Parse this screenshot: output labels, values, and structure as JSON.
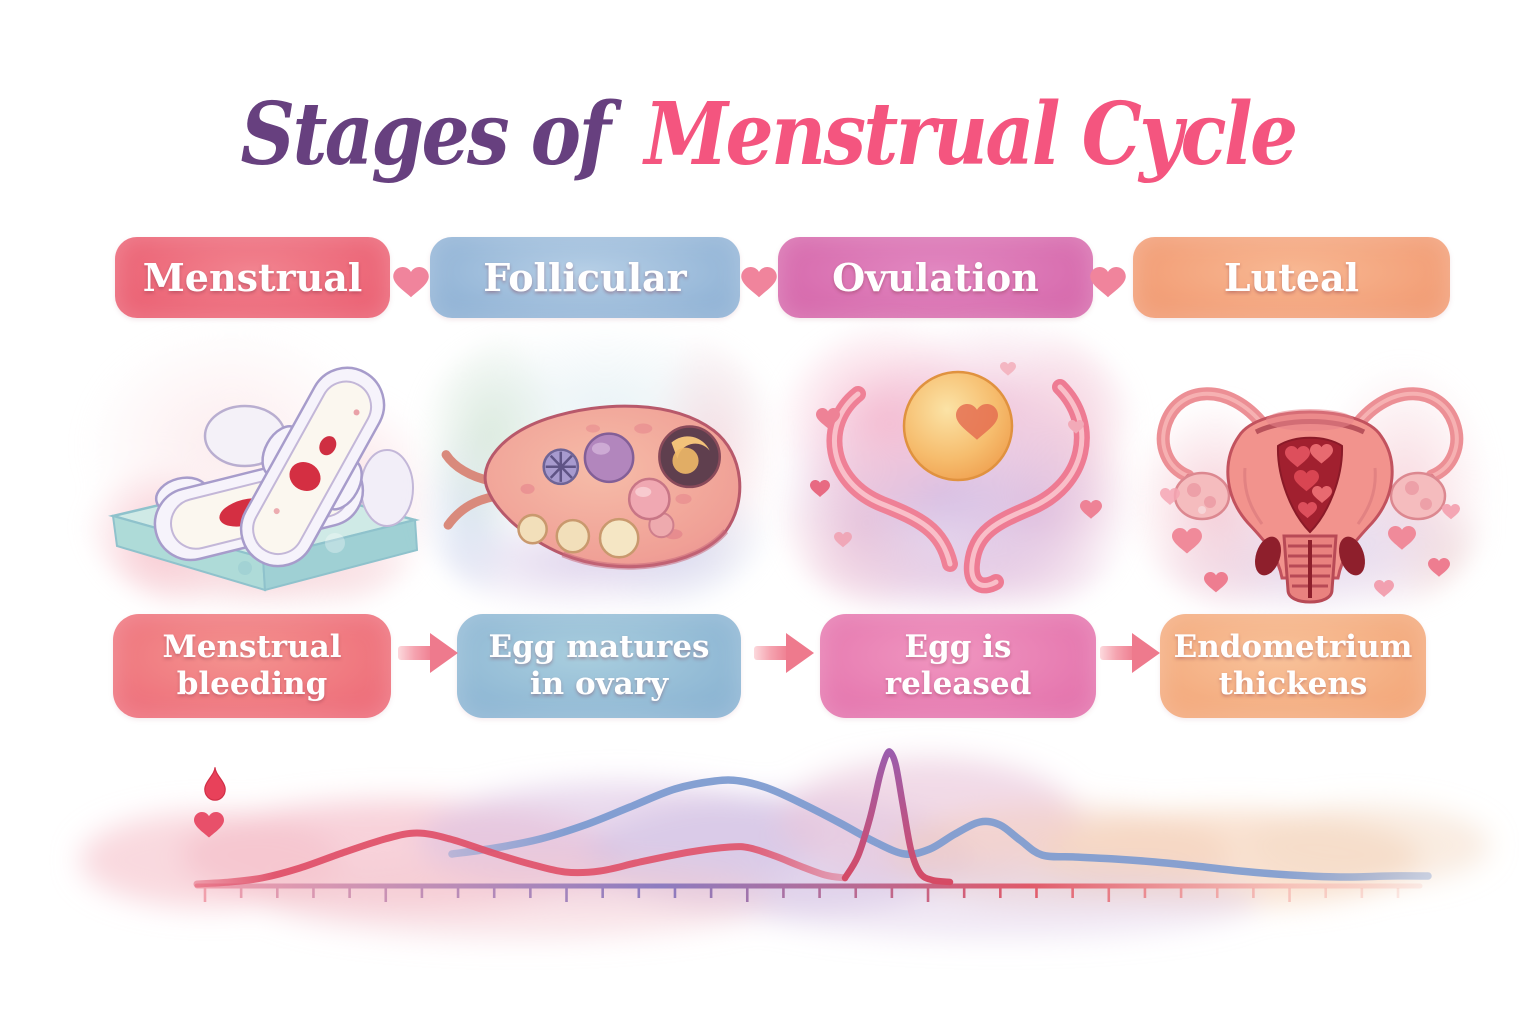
{
  "title": {
    "prefix": "Stages of",
    "highlight": "Menstrual Cycle"
  },
  "title_colors": {
    "prefix": "#67407f",
    "highlight": "#f4557f"
  },
  "stages": [
    {
      "label": "Menstrual",
      "desc_line1": "Menstrual",
      "desc_line2": "bleeding",
      "illustration": "sanitary-pads-with-blood-on-box",
      "chip_colors": [
        "#f28490",
        "#e9566a"
      ],
      "desc_colors": [
        "#f4938f",
        "#ec6474"
      ]
    },
    {
      "label": "Follicular",
      "desc_line1": "Egg matures",
      "desc_line2": "in ovary",
      "illustration": "ovary-cross-section-with-follicles",
      "chip_colors": [
        "#b6cfe6",
        "#86abd1"
      ],
      "desc_colors": [
        "#a9cede",
        "#84aed0"
      ]
    },
    {
      "label": "Ovulation",
      "desc_line1": "Egg is",
      "desc_line2": "released",
      "illustration": "egg-released-between-fallopian-fimbriae",
      "chip_colors": [
        "#e288c1",
        "#d360a6"
      ],
      "desc_colors": [
        "#f096c0",
        "#e16ba8"
      ]
    },
    {
      "label": "Luteal",
      "desc_line1": "Endometrium",
      "desc_line2": "thickens",
      "illustration": "uterus-with-thickened-endometrium",
      "chip_colors": [
        "#f8b893",
        "#f0946b"
      ],
      "desc_colors": [
        "#f8c29a",
        "#f2a172"
      ]
    }
  ],
  "separators": {
    "chip_icon": "heart-icon",
    "desc_icon": "arrow-right-icon"
  },
  "icon_colors": {
    "heart_separator": "#f0849c",
    "arrow_tail": "#fcd9dd",
    "arrow_head": "#ee7a8d",
    "blood_drop": "#e8415a",
    "chart_heart": "#e8506a"
  },
  "chart_data": {
    "type": "line",
    "title": "",
    "description": "Unlabeled watercolor hormone-level curves across the cycle with a tick-marked horizontal axis, a blood-drop and heart glyph at the left",
    "x_axis": {
      "y": 886,
      "x_start": 197,
      "x_end": 1420,
      "tick_count": 34,
      "tick_len": 10,
      "colors": [
        "#f2a0ac",
        "#8d7cc0",
        "#e05a6a",
        "#f6bdb5"
      ]
    },
    "grid": false,
    "legend": false,
    "series": [
      {
        "name": "blue-hormone-curve",
        "color": "#7d9bd0",
        "width": 7.5,
        "points": [
          [
            452,
            854
          ],
          [
            495,
            848
          ],
          [
            540,
            839
          ],
          [
            585,
            825
          ],
          [
            630,
            807
          ],
          [
            675,
            789
          ],
          [
            715,
            781
          ],
          [
            740,
            781
          ],
          [
            770,
            789
          ],
          [
            805,
            805
          ],
          [
            840,
            823
          ],
          [
            875,
            842
          ],
          [
            905,
            854
          ],
          [
            930,
            849
          ],
          [
            955,
            834
          ],
          [
            980,
            822
          ],
          [
            1000,
            825
          ],
          [
            1020,
            840
          ],
          [
            1042,
            855
          ],
          [
            1075,
            857
          ],
          [
            1115,
            859
          ],
          [
            1155,
            862
          ],
          [
            1195,
            866
          ],
          [
            1240,
            871
          ],
          [
            1290,
            875
          ],
          [
            1340,
            877
          ],
          [
            1390,
            876
          ],
          [
            1428,
            876
          ]
        ]
      },
      {
        "name": "red-hormone-curve",
        "color": "#e0526a",
        "width": 7,
        "points": [
          [
            197,
            884
          ],
          [
            230,
            882
          ],
          [
            262,
            878
          ],
          [
            300,
            868
          ],
          [
            345,
            852
          ],
          [
            385,
            839
          ],
          [
            417,
            833
          ],
          [
            450,
            839
          ],
          [
            490,
            852
          ],
          [
            530,
            864
          ],
          [
            565,
            872
          ],
          [
            600,
            871
          ],
          [
            640,
            862
          ],
          [
            690,
            852
          ],
          [
            730,
            847
          ],
          [
            750,
            848
          ],
          [
            775,
            856
          ],
          [
            800,
            866
          ],
          [
            825,
            875
          ],
          [
            845,
            878
          ]
        ]
      },
      {
        "name": "lh-surge-spike",
        "color": "#d84a62",
        "color_top": "#9a5dae",
        "width": 6.5,
        "points": [
          [
            845,
            878
          ],
          [
            858,
            856
          ],
          [
            870,
            818
          ],
          [
            880,
            775
          ],
          [
            887,
            754
          ],
          [
            891,
            753
          ],
          [
            896,
            766
          ],
          [
            903,
            806
          ],
          [
            911,
            850
          ],
          [
            920,
            873
          ],
          [
            932,
            880
          ],
          [
            950,
            882
          ]
        ]
      }
    ],
    "icons": [
      {
        "name": "blood-drop-icon",
        "x": 203,
        "y": 766,
        "w": 24,
        "h": 36
      },
      {
        "name": "heart-icon",
        "x": 194,
        "y": 812,
        "w": 30,
        "h": 27
      }
    ]
  }
}
